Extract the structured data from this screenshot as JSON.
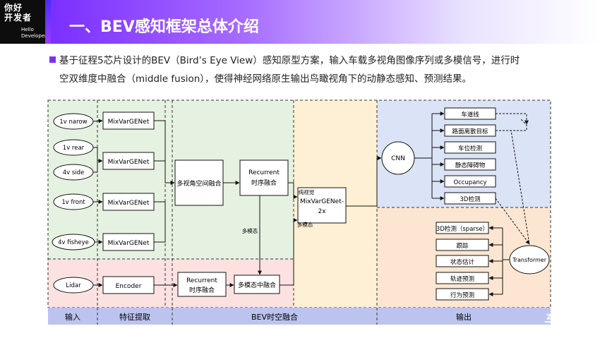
{
  "logo": {
    "line1": "你好",
    "line2": "开发者",
    "sub1": "Hello",
    "sub2": "Developer"
  },
  "title": "一、BEV感知框架总体介绍",
  "description": {
    "line1": "基于征程5芯片设计的BEV（Bird’s Eye View）感知原型方案，输入车载多视角图像序列或多模信号，进行时",
    "line2": "空双维度中融合（middle fusion），使得神经网络原生输出鸟瞰视角下的动静态感知、预测结果。"
  },
  "diagram": {
    "inputs": [
      "1v narow",
      "1v rear",
      "4v side",
      "1v front",
      "4v fisheye",
      "Lidar"
    ],
    "backbone": "MixVarGENet",
    "encoder": "Encoder",
    "multiview_fusion": "多视角空间融合",
    "recurrent_top": [
      "Recurrent",
      "时序融合"
    ],
    "recurrent_bottom": [
      "Recurrent",
      "时序融合"
    ],
    "multimodal_fusion": "多模态中融合",
    "mixvar2x": [
      "MixVarGENet-",
      "2x"
    ],
    "edge_multimodal": "多模态",
    "edge_pure_vision": "纯视觉",
    "edge_multimodal2": "多模态",
    "cnn": "CNN",
    "cnn_outputs": [
      "车道线",
      "路面离散目标",
      "车位检测",
      "静态障碍物",
      "Occupancy",
      "3D检测"
    ],
    "transformer": "Transformer",
    "transformer_outputs": [
      "3D检测（sparse）",
      "跟踪",
      "状态估计",
      "轨迹预测",
      "行为预测"
    ],
    "sections": [
      "输入",
      "特征提取",
      "BEV时空融合",
      "输出"
    ]
  },
  "colors": {
    "accent": "#7b2fff",
    "green_region": "#e6f2e1",
    "pink_region": "#fbe2e1",
    "yellow_region": "#fdf0d4",
    "blue_region": "#dbe4f6",
    "orange_region": "#fce6d2",
    "footer_band": "#bcc3ef"
  },
  "watermark": "车东西"
}
